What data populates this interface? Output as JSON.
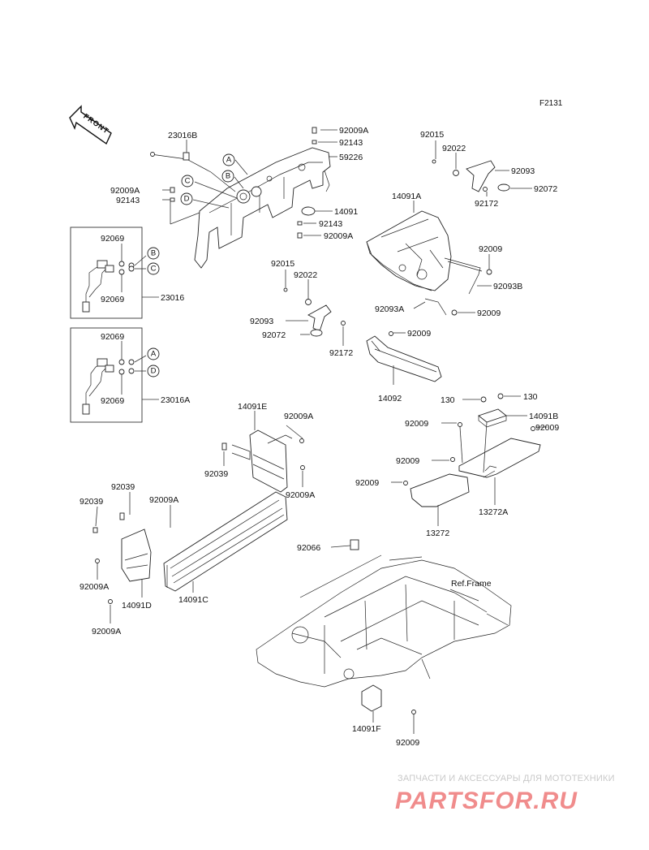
{
  "figure_code": "F2131",
  "front_label": "FRONT",
  "ref_frame_label": "Ref.Frame",
  "watermark": {
    "tagline": "ЗАПЧАСТИ И АКСЕССУАРЫ ДЛЯ МОТОТЕХНИКИ",
    "logo": "PARTSFOR.RU"
  },
  "callouts": {
    "A": "A",
    "B": "B",
    "C": "C",
    "D": "D"
  },
  "parts": {
    "p23016B": "23016B",
    "p92009A_1": "92009A",
    "p92143_1": "92143",
    "p59226": "59226",
    "p92009A_2": "92009A",
    "p92143_2": "92143",
    "p14091": "14091",
    "p92143_3": "92143",
    "p92009A_3": "92009A",
    "p92015_1": "92015",
    "p92022_1": "92022",
    "p92093_1": "92093",
    "p92072_1": "92072",
    "p92172_1": "92172",
    "p14091A": "14091A",
    "p92009_1": "92009",
    "p92093B": "92093B",
    "p92093A": "92093A",
    "p92009_2": "92009",
    "p92015_2": "92015",
    "p92022_2": "92022",
    "p92093_2": "92093",
    "p92072_2": "92072",
    "p92172_2": "92172",
    "p92009_3": "92009",
    "p14092": "14092",
    "p92069_1": "92069",
    "p92069_2": "92069",
    "p23016": "23016",
    "p92069_3": "92069",
    "p92069_4": "92069",
    "p23016A": "23016A",
    "p130_1": "130",
    "p130_2": "130",
    "p14091B": "14091B",
    "p92009_4": "92009",
    "p92009_5": "92009",
    "p92009_6": "92009",
    "p92009_7": "92009",
    "p13272A": "13272A",
    "p13272": "13272",
    "p14091E": "14091E",
    "p92009A_4": "92009A",
    "p92039_1": "92039",
    "p92009A_5": "92009A",
    "p92039_2": "92039",
    "p92039_3": "92039",
    "p92009A_6": "92009A",
    "p92009A_7": "92009A",
    "p14091D": "14091D",
    "p14091C": "14091C",
    "p92009A_8": "92009A",
    "p92066": "92066",
    "p14091F": "14091F",
    "p92009_8": "92009"
  },
  "colors": {
    "line": "#222222",
    "watermark_logo": "#f08c8c",
    "watermark_text": "#c9c9c9"
  }
}
